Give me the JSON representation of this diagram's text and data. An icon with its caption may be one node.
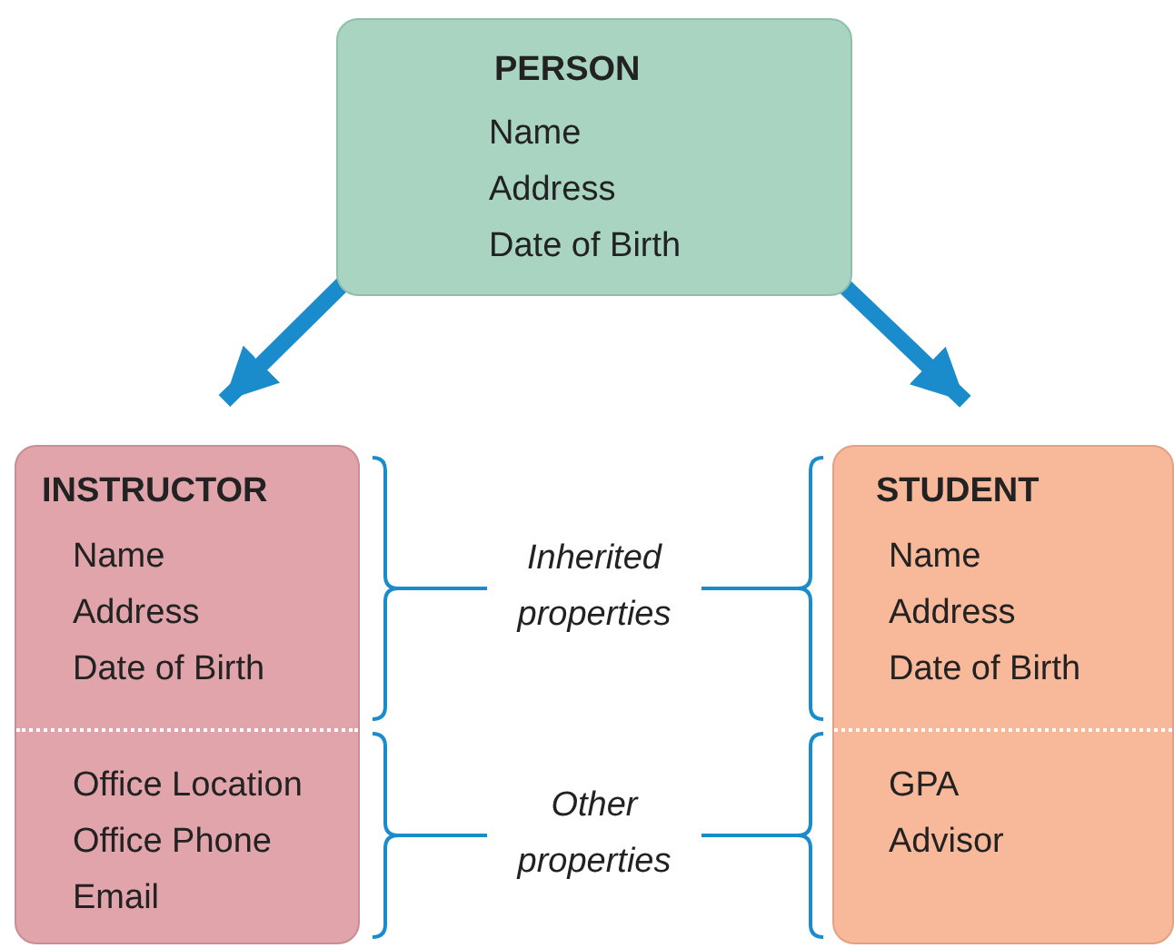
{
  "diagram": {
    "nodes": [
      {
        "text": [
          "PERSON",
          "Name",
          "Address",
          "Date of Birth"
        ]
      },
      {
        "text": [
          "INSTRUCTOR",
          "Name",
          "Address",
          "Date of Birth",
          "Office Location",
          "Office Phone",
          "Email"
        ]
      },
      {
        "text": [
          "STUDENT",
          "Name",
          "Address",
          "Date of Birth",
          "GPA",
          "Advisor"
        ]
      }
    ],
    "edges": [
      {
        "from": 0,
        "to": 1,
        "arrow": "to"
      },
      {
        "from": 0,
        "to": 2,
        "arrow": "to"
      }
    ],
    "labels": [
      "Inherited properties",
      "Other properties"
    ]
  }
}
